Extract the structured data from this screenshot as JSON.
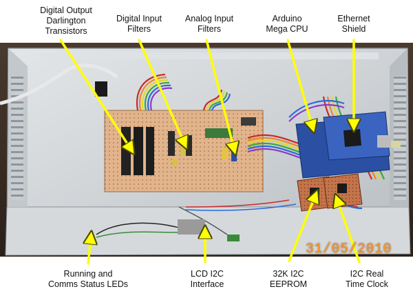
{
  "labels": {
    "digital_output": [
      "Digital Output",
      "Darlington",
      "Transistors"
    ],
    "digital_input": [
      "Digital Input",
      "Filters"
    ],
    "analog_input": [
      "Analog Input",
      "Filters"
    ],
    "arduino": [
      "Arduino",
      "Mega CPU"
    ],
    "ethernet": [
      "Ethernet",
      "Shield"
    ],
    "status_leds": [
      "Running and",
      "Comms Status LEDs"
    ],
    "lcd": [
      "LCD I2C",
      "Interface"
    ],
    "eeprom": [
      "32K I2C",
      "EEPROM"
    ],
    "rtc": [
      "I2C Real",
      "Time Clock"
    ]
  },
  "date_stamp": "31/05/2010",
  "colors": {
    "arrow": "#ffff00",
    "arrow_outline": "#4a4a00",
    "enclosure": "#cfd3d6",
    "perfboard": "#e2b48c",
    "arduino_board": "#2a4fa3",
    "date_text": "#ff9a2a"
  }
}
